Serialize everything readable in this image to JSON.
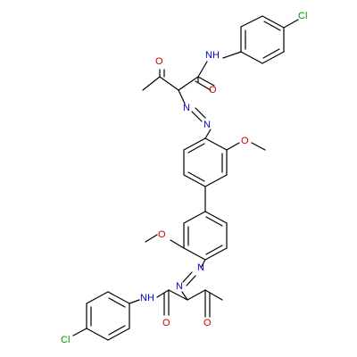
{
  "atoms": [
    {
      "id": "cl_top",
      "text": "Cl",
      "kind": "cl"
    },
    {
      "id": "nh_top",
      "text": "NH",
      "kind": "n"
    },
    {
      "id": "o_ket_top",
      "text": "O",
      "kind": "o"
    },
    {
      "id": "o_amide_top",
      "text": "O",
      "kind": "o"
    },
    {
      "id": "n1_top",
      "text": "N",
      "kind": "n"
    },
    {
      "id": "n2_top",
      "text": "N",
      "kind": "n"
    },
    {
      "id": "o_meo_top",
      "text": "O",
      "kind": "o"
    },
    {
      "id": "o_meo_bot",
      "text": "O",
      "kind": "o"
    },
    {
      "id": "n1_bot",
      "text": "N",
      "kind": "n"
    },
    {
      "id": "n2_bot",
      "text": "N",
      "kind": "n"
    },
    {
      "id": "nh_bot",
      "text": "NH",
      "kind": "n"
    },
    {
      "id": "o_amide_bot",
      "text": "O",
      "kind": "o"
    },
    {
      "id": "o_ket_bot",
      "text": "O",
      "kind": "o"
    },
    {
      "id": "cl_bot",
      "text": "Cl",
      "kind": "cl"
    }
  ],
  "colors": {
    "bond": "#000000",
    "nitrogen": "#0000cc",
    "oxygen": "#cc0000",
    "chlorine": "#009900"
  }
}
